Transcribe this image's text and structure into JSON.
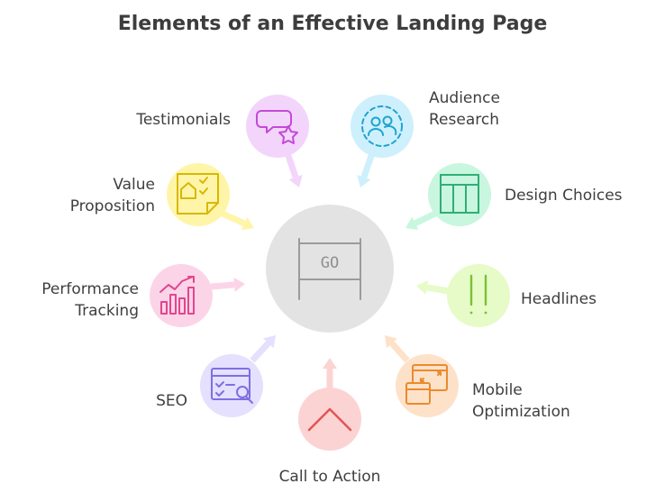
{
  "title": "Elements of an Effective Landing Page",
  "center": {
    "sign_text": "GO",
    "circle_color": "#e3e3e3"
  },
  "nodes": [
    {
      "key": "testimonials",
      "label_lines": [
        "Testimonials"
      ],
      "color": "#f3d5fb",
      "icon_color": "#c34ad8",
      "icon": "speech-bubble-star-icon"
    },
    {
      "key": "audience-research",
      "label_lines": [
        "Audience",
        "Research"
      ],
      "color": "#cdf0fc",
      "icon_color": "#21a3d0",
      "icon": "audience-group-icon"
    },
    {
      "key": "value-proposition",
      "label_lines": [
        "Value",
        "Proposition"
      ],
      "color": "#fff5a9",
      "icon_color": "#d8b800",
      "icon": "checklist-house-icon"
    },
    {
      "key": "design-choices",
      "label_lines": [
        "Design Choices"
      ],
      "color": "#c9f6df",
      "icon_color": "#2fae76",
      "icon": "layout-grid-icon"
    },
    {
      "key": "performance-tracking",
      "label_lines": [
        "Performance",
        "Tracking"
      ],
      "color": "#fcd4e8",
      "icon_color": "#e0468f",
      "icon": "bar-chart-trend-icon"
    },
    {
      "key": "headlines",
      "label_lines": [
        "Headlines"
      ],
      "color": "#e6fbc8",
      "icon_color": "#7cc034",
      "icon": "exclamation-icon"
    },
    {
      "key": "seo",
      "label_lines": [
        "SEO"
      ],
      "color": "#e4e0fd",
      "icon_color": "#7e6fe3",
      "icon": "browser-search-icon"
    },
    {
      "key": "mobile-optimization",
      "label_lines": [
        "Mobile",
        "Optimization"
      ],
      "color": "#fde2c9",
      "icon_color": "#ec8a2d",
      "icon": "responsive-devices-icon"
    },
    {
      "key": "call-to-action",
      "label_lines": [
        "Call to Action"
      ],
      "color": "#fcd3d3",
      "icon_color": "#e25454",
      "icon": "chevron-up-icon"
    }
  ]
}
